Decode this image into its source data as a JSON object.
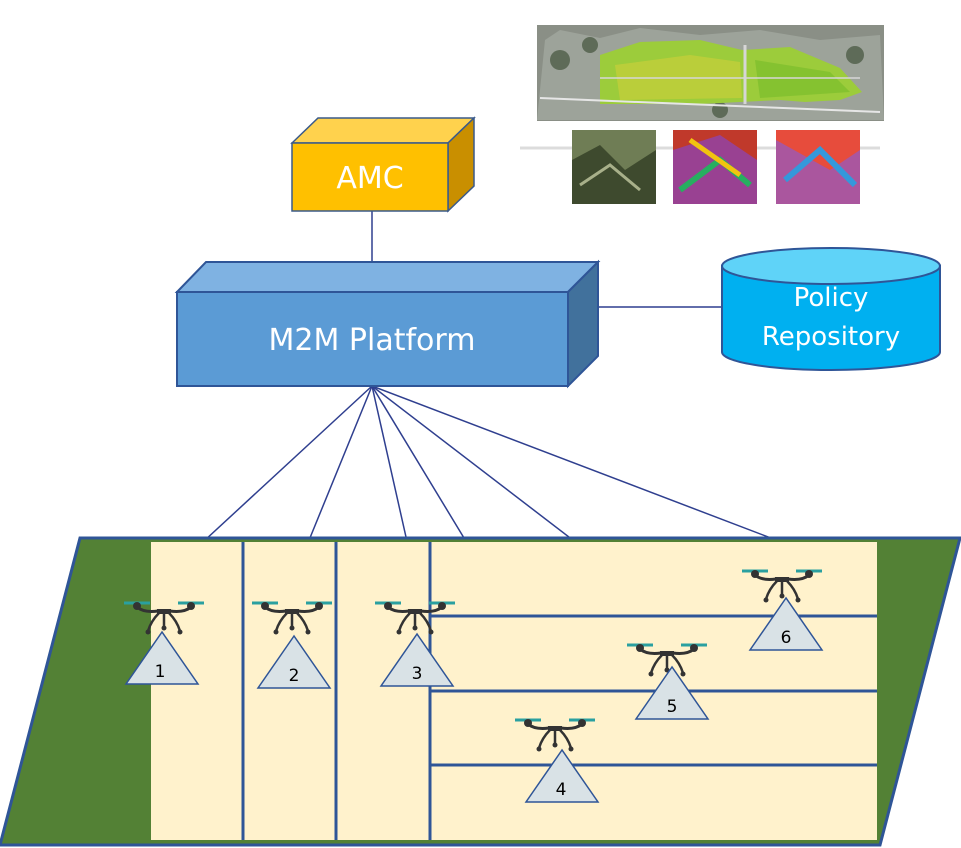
{
  "amc": {
    "label": "AMC"
  },
  "platform": {
    "label": "M2M Platform"
  },
  "repository": {
    "line1": "Policy",
    "line2": "Repository"
  },
  "nodes": [
    {
      "label": "1"
    },
    {
      "label": "2"
    },
    {
      "label": "3"
    },
    {
      "label": "4"
    },
    {
      "label": "5"
    },
    {
      "label": "6"
    }
  ],
  "colors": {
    "amc_front": "#ffc000",
    "amc_top": "#ffd24d",
    "amc_side": "#c98f00",
    "platform_front": "#5b9bd5",
    "platform_top": "#7fb2e2",
    "platform_side": "#41719c",
    "repository": "#00b0f0",
    "repository_top": "#5fd3f8",
    "field_outer": "#538135",
    "field_plot": "#fff2cc",
    "plot_line": "#2f5597",
    "link": "#2f3f8f"
  }
}
